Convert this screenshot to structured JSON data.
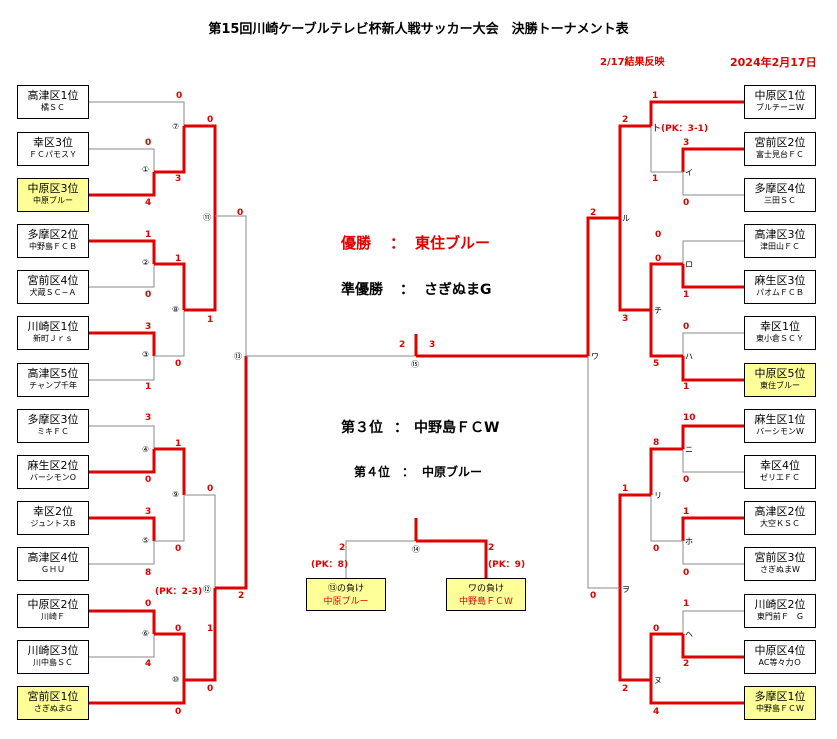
{
  "title": "第15回川崎ケーブルテレビ杯新人戦サッカー大会　決勝トーナメント表",
  "update_note": "2/17結果反映",
  "date": "2024年2月17日",
  "center": {
    "winner_label": "優勝",
    "winner": "東住ブルー",
    "runner_up_label": "準優勝",
    "runner_up": "さぎぬまG",
    "third_label": "第３位",
    "third": "中野島ＦＣW",
    "fourth_label": "第４位",
    "fourth": "中原ブルー",
    "sep": "：",
    "final_left_score": "2",
    "final_right_score": "3",
    "final_node": "⑮",
    "third_node": "⑭",
    "third_left_score": "2",
    "third_left_pk": "(PK：8)",
    "third_right_score": "2",
    "third_right_pk": "(PK：9)",
    "third_left_box": {
      "l1": "⑬の負け",
      "l2": "中原ブルー"
    },
    "third_right_box": {
      "l1": "ワの負け",
      "l2": "中野島ＦＣW"
    }
  },
  "left_teams": [
    {
      "l1": "高津区1位",
      "l2": "橘ＳＣ"
    },
    {
      "l1": "幸区3位",
      "l2": "ＦＣパモスＹ"
    },
    {
      "l1": "中原区3位",
      "l2": "中原ブルー"
    },
    {
      "l1": "多摩区2位",
      "l2": "中野島ＦＣＢ"
    },
    {
      "l1": "宮前区4位",
      "l2": "犬蔵ＳＣ−Ａ"
    },
    {
      "l1": "川崎区1位",
      "l2": "新町Ｊｒｓ"
    },
    {
      "l1": "高津区5位",
      "l2": "チャンプ千年"
    },
    {
      "l1": "多摩区3位",
      "l2": "ミキＦＣ"
    },
    {
      "l1": "麻生区2位",
      "l2": "バーシモンO"
    },
    {
      "l1": "幸区2位",
      "l2": "ジュントスB"
    },
    {
      "l1": "高津区4位",
      "l2": "ＧＨＵ"
    },
    {
      "l1": "中原区2位",
      "l2": "川崎Ｆ"
    },
    {
      "l1": "川崎区3位",
      "l2": "川中島ＳＣ"
    },
    {
      "l1": "宮前区1位",
      "l2": "さぎぬまG"
    }
  ],
  "right_teams": [
    {
      "l1": "中原区1位",
      "l2": "ブルチーニW"
    },
    {
      "l1": "宮前区2位",
      "l2": "富士見台ＦＣ"
    },
    {
      "l1": "多摩区4位",
      "l2": "三田ＳＣ"
    },
    {
      "l1": "高津区3位",
      "l2": "津田山ＦＣ"
    },
    {
      "l1": "麻生区3位",
      "l2": "パオムＦＣＢ"
    },
    {
      "l1": "幸区1位",
      "l2": "東小倉ＳＣＹ"
    },
    {
      "l1": "中原区5位",
      "l2": "東住ブルー"
    },
    {
      "l1": "麻生区1位",
      "l2": "バーシモンW"
    },
    {
      "l1": "幸区4位",
      "l2": "ゼリエＦＣ"
    },
    {
      "l1": "高津区2位",
      "l2": "大空ＫＳＣ"
    },
    {
      "l1": "宮前区3位",
      "l2": "さぎぬまW"
    },
    {
      "l1": "川崎区2位",
      "l2": "東門前Ｆ　G"
    },
    {
      "l1": "中原区4位",
      "l2": "AC等々力Ｏ"
    },
    {
      "l1": "多摩区1位",
      "l2": "中野島ＦＣW"
    }
  ],
  "left_scores": [
    "0",
    "0",
    "3",
    "4",
    "1",
    "1",
    "0",
    "0",
    "3",
    "0",
    "1",
    "1",
    "3",
    "1",
    "0",
    "0",
    "3",
    "0",
    "8",
    "1",
    "0",
    "0",
    "4",
    "0",
    "0",
    "2",
    "0"
  ],
  "left_pk": [
    "(PK：2-3)"
  ],
  "left_nodes": [
    "⑦",
    "①",
    "②",
    "⑧",
    "③",
    "⑪",
    "④",
    "⑨",
    "⑤",
    "⑫",
    "⑥",
    "⑩",
    "⑬"
  ],
  "right_scores": [
    "1",
    "2",
    "3",
    "1",
    "0",
    "2",
    "0",
    "0",
    "1",
    "3",
    "0",
    "5",
    "1",
    "10",
    "8",
    "0",
    "1",
    "1",
    "0",
    "0",
    "1",
    "0",
    "2",
    "2",
    "4",
    "0"
  ],
  "right_pk": [
    "ト(PK：3-1)"
  ],
  "right_nodes": [
    "イ",
    "ル",
    "ロ",
    "チ",
    "ハ",
    "ワ",
    "ニ",
    "リ",
    "ホ",
    "ヲ",
    "ヘ",
    "ヌ"
  ]
}
